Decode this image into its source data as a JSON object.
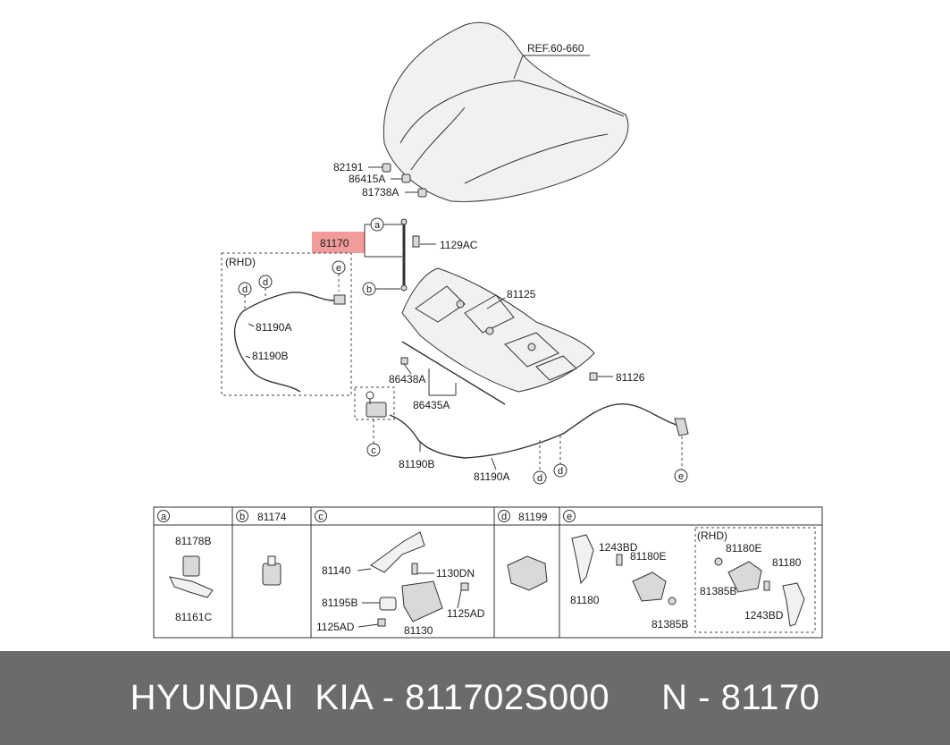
{
  "diagram": {
    "ref": "REF.60-660",
    "rhd_label": "(RHD)",
    "highlight_part": "81170",
    "parts": {
      "p82191": "82191",
      "p86415A": "86415A",
      "p81738A": "81738A",
      "p1129AC": "1129AC",
      "p81125": "81125",
      "p81126": "81126",
      "p86438A": "86438A",
      "p86435A": "86435A",
      "p81190A_rhd": "81190A",
      "p81190B_rhd": "81190B",
      "p81190B": "81190B",
      "p81190A": "81190A"
    },
    "callouts": {
      "a": "a",
      "b": "b",
      "c": "c",
      "d": "d",
      "e": "e"
    },
    "detail_table": {
      "a": {
        "letter": "a",
        "parts": [
          "81178B",
          "81161C"
        ]
      },
      "b": {
        "letter": "b",
        "header_part": "81174"
      },
      "c": {
        "letter": "c",
        "parts": [
          "81140",
          "1130DN",
          "81195B",
          "1125AD",
          "1125AD",
          "81130"
        ]
      },
      "d": {
        "letter": "d",
        "header_part": "81199"
      },
      "e": {
        "letter": "e",
        "parts": [
          "1243BD",
          "81180E",
          "81180",
          "81385B"
        ],
        "rhd_label": "(RHD)",
        "rhd_parts": [
          "81180E",
          "81180",
          "81385B",
          "1243BD"
        ]
      }
    }
  },
  "footer": {
    "brand": "HYUNDAI  KIA - 811702S000",
    "code": "N - 81170"
  }
}
